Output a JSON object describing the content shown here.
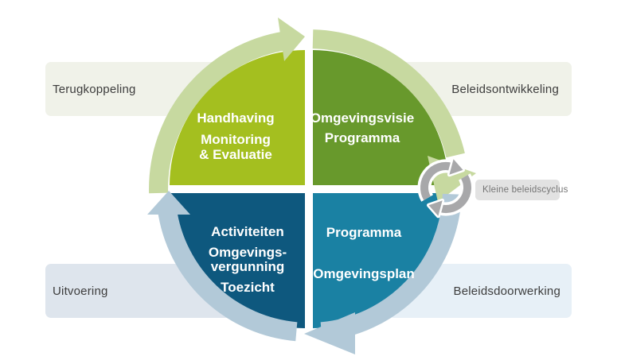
{
  "quadrants": {
    "top_left": {
      "lines": [
        "Handhaving",
        "Monitoring",
        "& Evaluatie"
      ],
      "color": "#a4bf1f"
    },
    "top_right": {
      "lines": [
        "Omgevingsvisie",
        "Programma"
      ],
      "color": "#68992c"
    },
    "bottom_left": {
      "lines": [
        "Activiteiten",
        "Omgevings-",
        "vergunning",
        "Toezicht"
      ],
      "color": "#0e587e"
    },
    "bottom_right": {
      "lines": [
        "Programma",
        "Omgevingsplan"
      ],
      "color": "#1a81a3"
    }
  },
  "outer_labels": {
    "top_left": "Terugkoppeling",
    "top_right": "Beleidsontwikkeling",
    "bottom_left": "Uitvoering",
    "bottom_right": "Beleidsdoorwerking"
  },
  "small_cycle": {
    "label": "Kleine beleidscyclus"
  },
  "colors": {
    "arc_green": "#c7d9a0",
    "arc_blue": "#b2c9d8",
    "small_cycle_gray": "#a8a8aa",
    "box_top_left_bg": "#f0f2e9",
    "box_top_right_bg": "#f0f2e9",
    "box_bottom_left_bg": "#dee5ed",
    "box_bottom_right_bg": "#e7f0f7",
    "small_cycle_box_bg": "#e2e2e2",
    "outer_label_text": "#3d3d3d",
    "small_cycle_text": "#757575",
    "quadrant_text": "#ffffff",
    "background": "#ffffff"
  }
}
